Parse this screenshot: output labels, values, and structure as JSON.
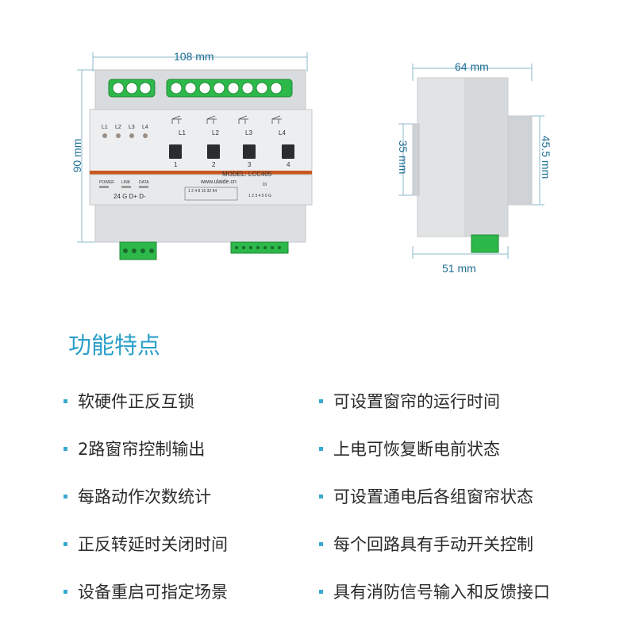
{
  "dimensions": {
    "front_width": "108 mm",
    "front_height": "90 mm",
    "side_width": "64 mm",
    "side_rail": "35 mm",
    "side_height": "45.5 mm",
    "side_bottom": "51 mm"
  },
  "device": {
    "leds_top": [
      "L1",
      "L2",
      "L3",
      "L4"
    ],
    "relay_labels": [
      "L1",
      "L2",
      "L3",
      "L4"
    ],
    "button_labels": [
      "1",
      "2",
      "3",
      "4"
    ],
    "model": "MODEL: LCC405",
    "website": "www.ulaide.cn",
    "status_leds": [
      "POWER",
      "LINK",
      "DATA"
    ],
    "bus_terminals": "24  G  D+  D-",
    "dip_header": "1  2  4  8  16  32  64",
    "di_label": "DI",
    "di_terminals": "1  2  3  4  5  6  G"
  },
  "section_title": "功能特点",
  "features_left": [
    "软硬件正反互锁",
    "2路窗帘控制输出",
    "每路动作次数统计",
    "正反转延时关闭时间",
    "设备重启可指定场景"
  ],
  "features_right": [
    "可设置窗帘的运行时间",
    "上电可恢复断电前状态",
    "可设置通电后各组窗帘状态",
    "每个回路具有手动开关控制",
    "具有消防信号输入和反馈接口"
  ],
  "colors": {
    "accent": "#2ba0c8",
    "dim_text": "#1f6f93",
    "terminal_green": "#2db84a",
    "stripe_orange": "#c8571f",
    "housing": "#e4e6e8"
  }
}
